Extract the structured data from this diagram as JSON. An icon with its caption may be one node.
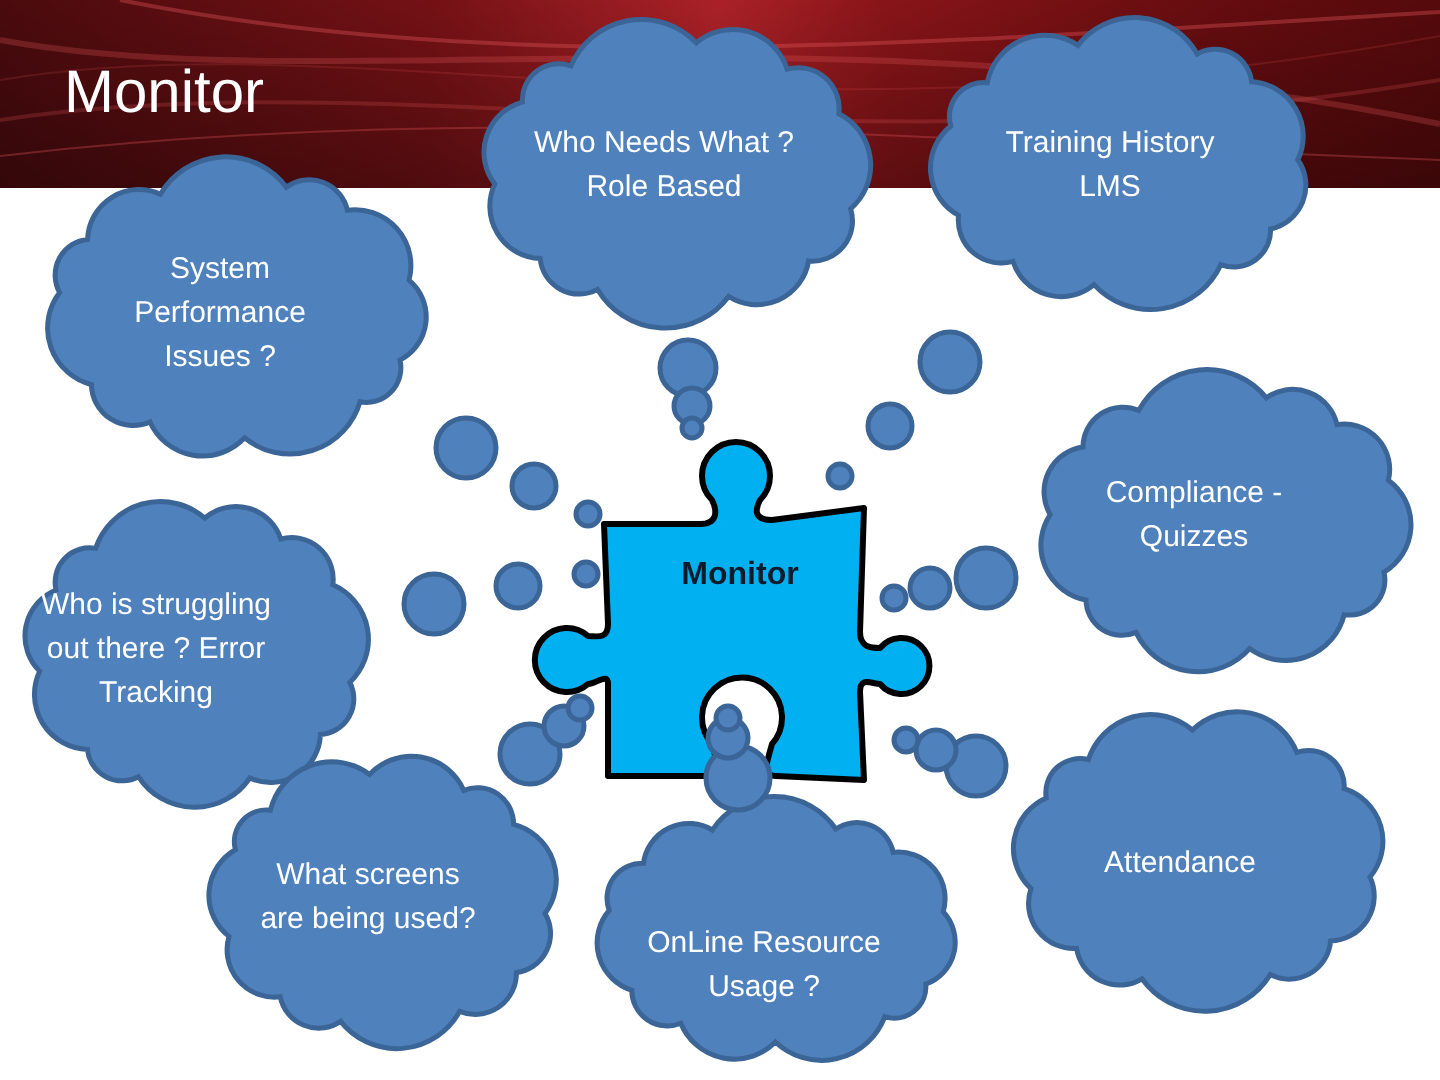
{
  "diagram": {
    "title": "Monitor",
    "nodes": [
      {
        "text": [
          "Who Needs What ? Role Based"
        ]
      },
      {
        "text": [
          "Training History LMS"
        ]
      },
      {
        "text": [
          "System Performance Issues ?"
        ]
      },
      {
        "text": [
          "Compliance - Quizzes"
        ]
      },
      {
        "text": [
          "Monitor"
        ]
      },
      {
        "text": [
          "Who is struggling out there ? Error Tracking"
        ]
      },
      {
        "text": [
          "Attendance"
        ]
      },
      {
        "text": [
          "What screens are being used?"
        ]
      },
      {
        "text": [
          "OnLine Resource Usage ?"
        ]
      }
    ]
  }
}
